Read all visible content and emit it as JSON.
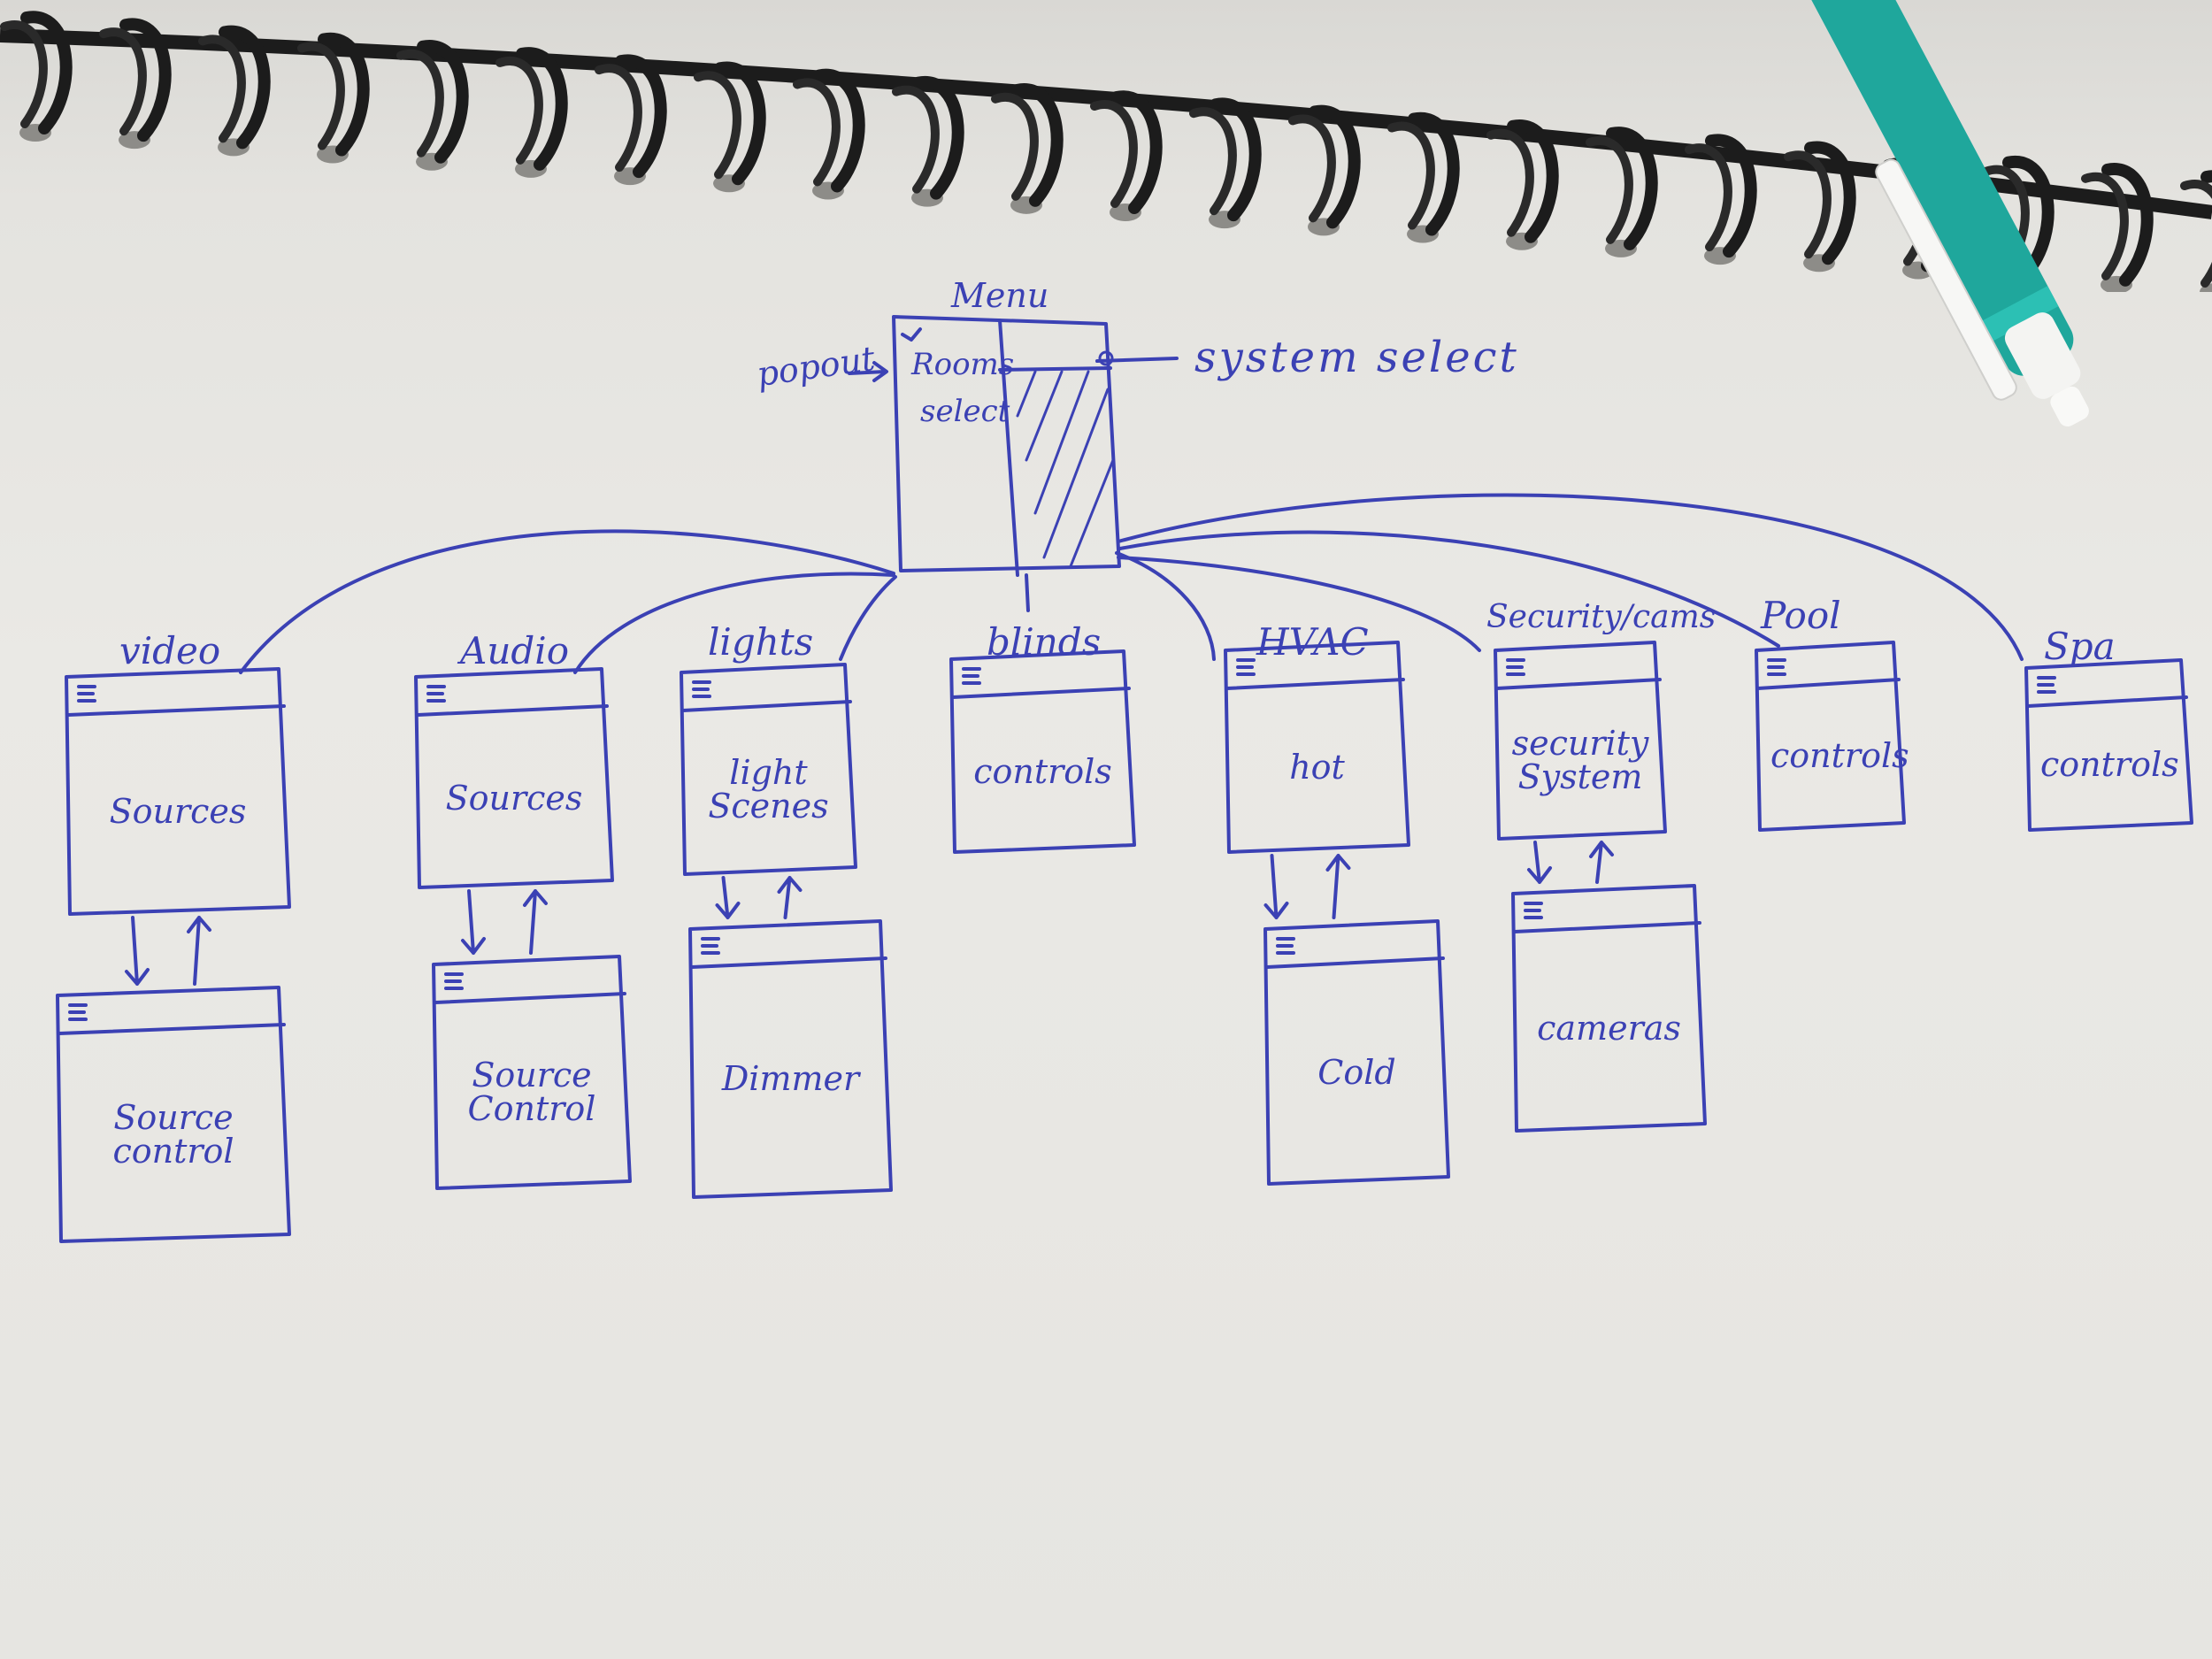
{
  "menu": {
    "title": "Menu",
    "rooms_select": [
      "Rooms",
      "select"
    ],
    "popout_label": "popout",
    "system_select_label": "system select"
  },
  "screens": [
    {
      "title": "video",
      "main": "Sources",
      "sub": "Source control"
    },
    {
      "title": "Audio",
      "main": "Sources",
      "sub": "Source Control"
    },
    {
      "title": "lights",
      "main": "light Scenes",
      "sub": "Dimmer"
    },
    {
      "title": "blinds",
      "main": "controls"
    },
    {
      "title": "HVAC",
      "main": "hot",
      "sub": "Cold"
    },
    {
      "title": "Security/cams",
      "main": "security System",
      "sub": "cameras"
    },
    {
      "title": "Pool",
      "main": "controls"
    },
    {
      "title": "Spa",
      "main": "controls"
    }
  ],
  "colors": {
    "ink": "#3b41b4",
    "paper": "#e7e6e2",
    "pen_body": "#1fa79c",
    "pen_cap": "#f2f2f2",
    "spiral": "#1c1c1c"
  },
  "icons": {
    "menu": "hamburger-icon",
    "arrow": "arrow-icon"
  }
}
